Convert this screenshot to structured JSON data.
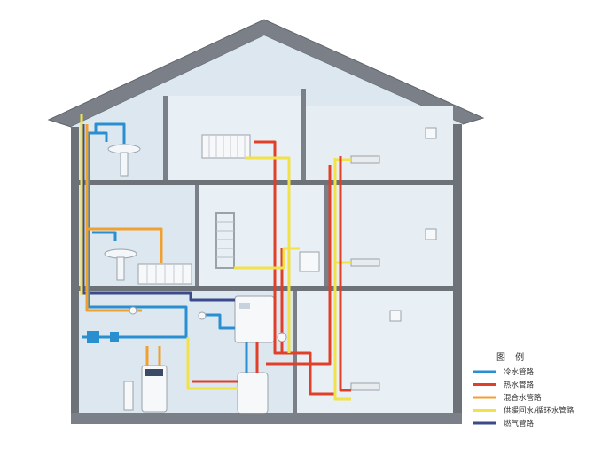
{
  "legend": {
    "title": "图 例",
    "items": [
      {
        "label": "冷水管路",
        "color": "#2a8fd0"
      },
      {
        "label": "热水管路",
        "color": "#e0402a"
      },
      {
        "label": "混合水管路",
        "color": "#f0a030"
      },
      {
        "label": "供暖回水/循环水管路",
        "color": "#f2e24a"
      },
      {
        "label": "燃气管路",
        "color": "#3a4a8a"
      }
    ]
  },
  "colors": {
    "house_outline": "#6d7279",
    "house_fill": "#dce6ee",
    "room_fill": "#e8eff5",
    "cold": "#2a8fd0",
    "hot": "#e0402a",
    "mixed": "#f0a030",
    "heating": "#f2e24a",
    "gas": "#3a4a8a"
  }
}
